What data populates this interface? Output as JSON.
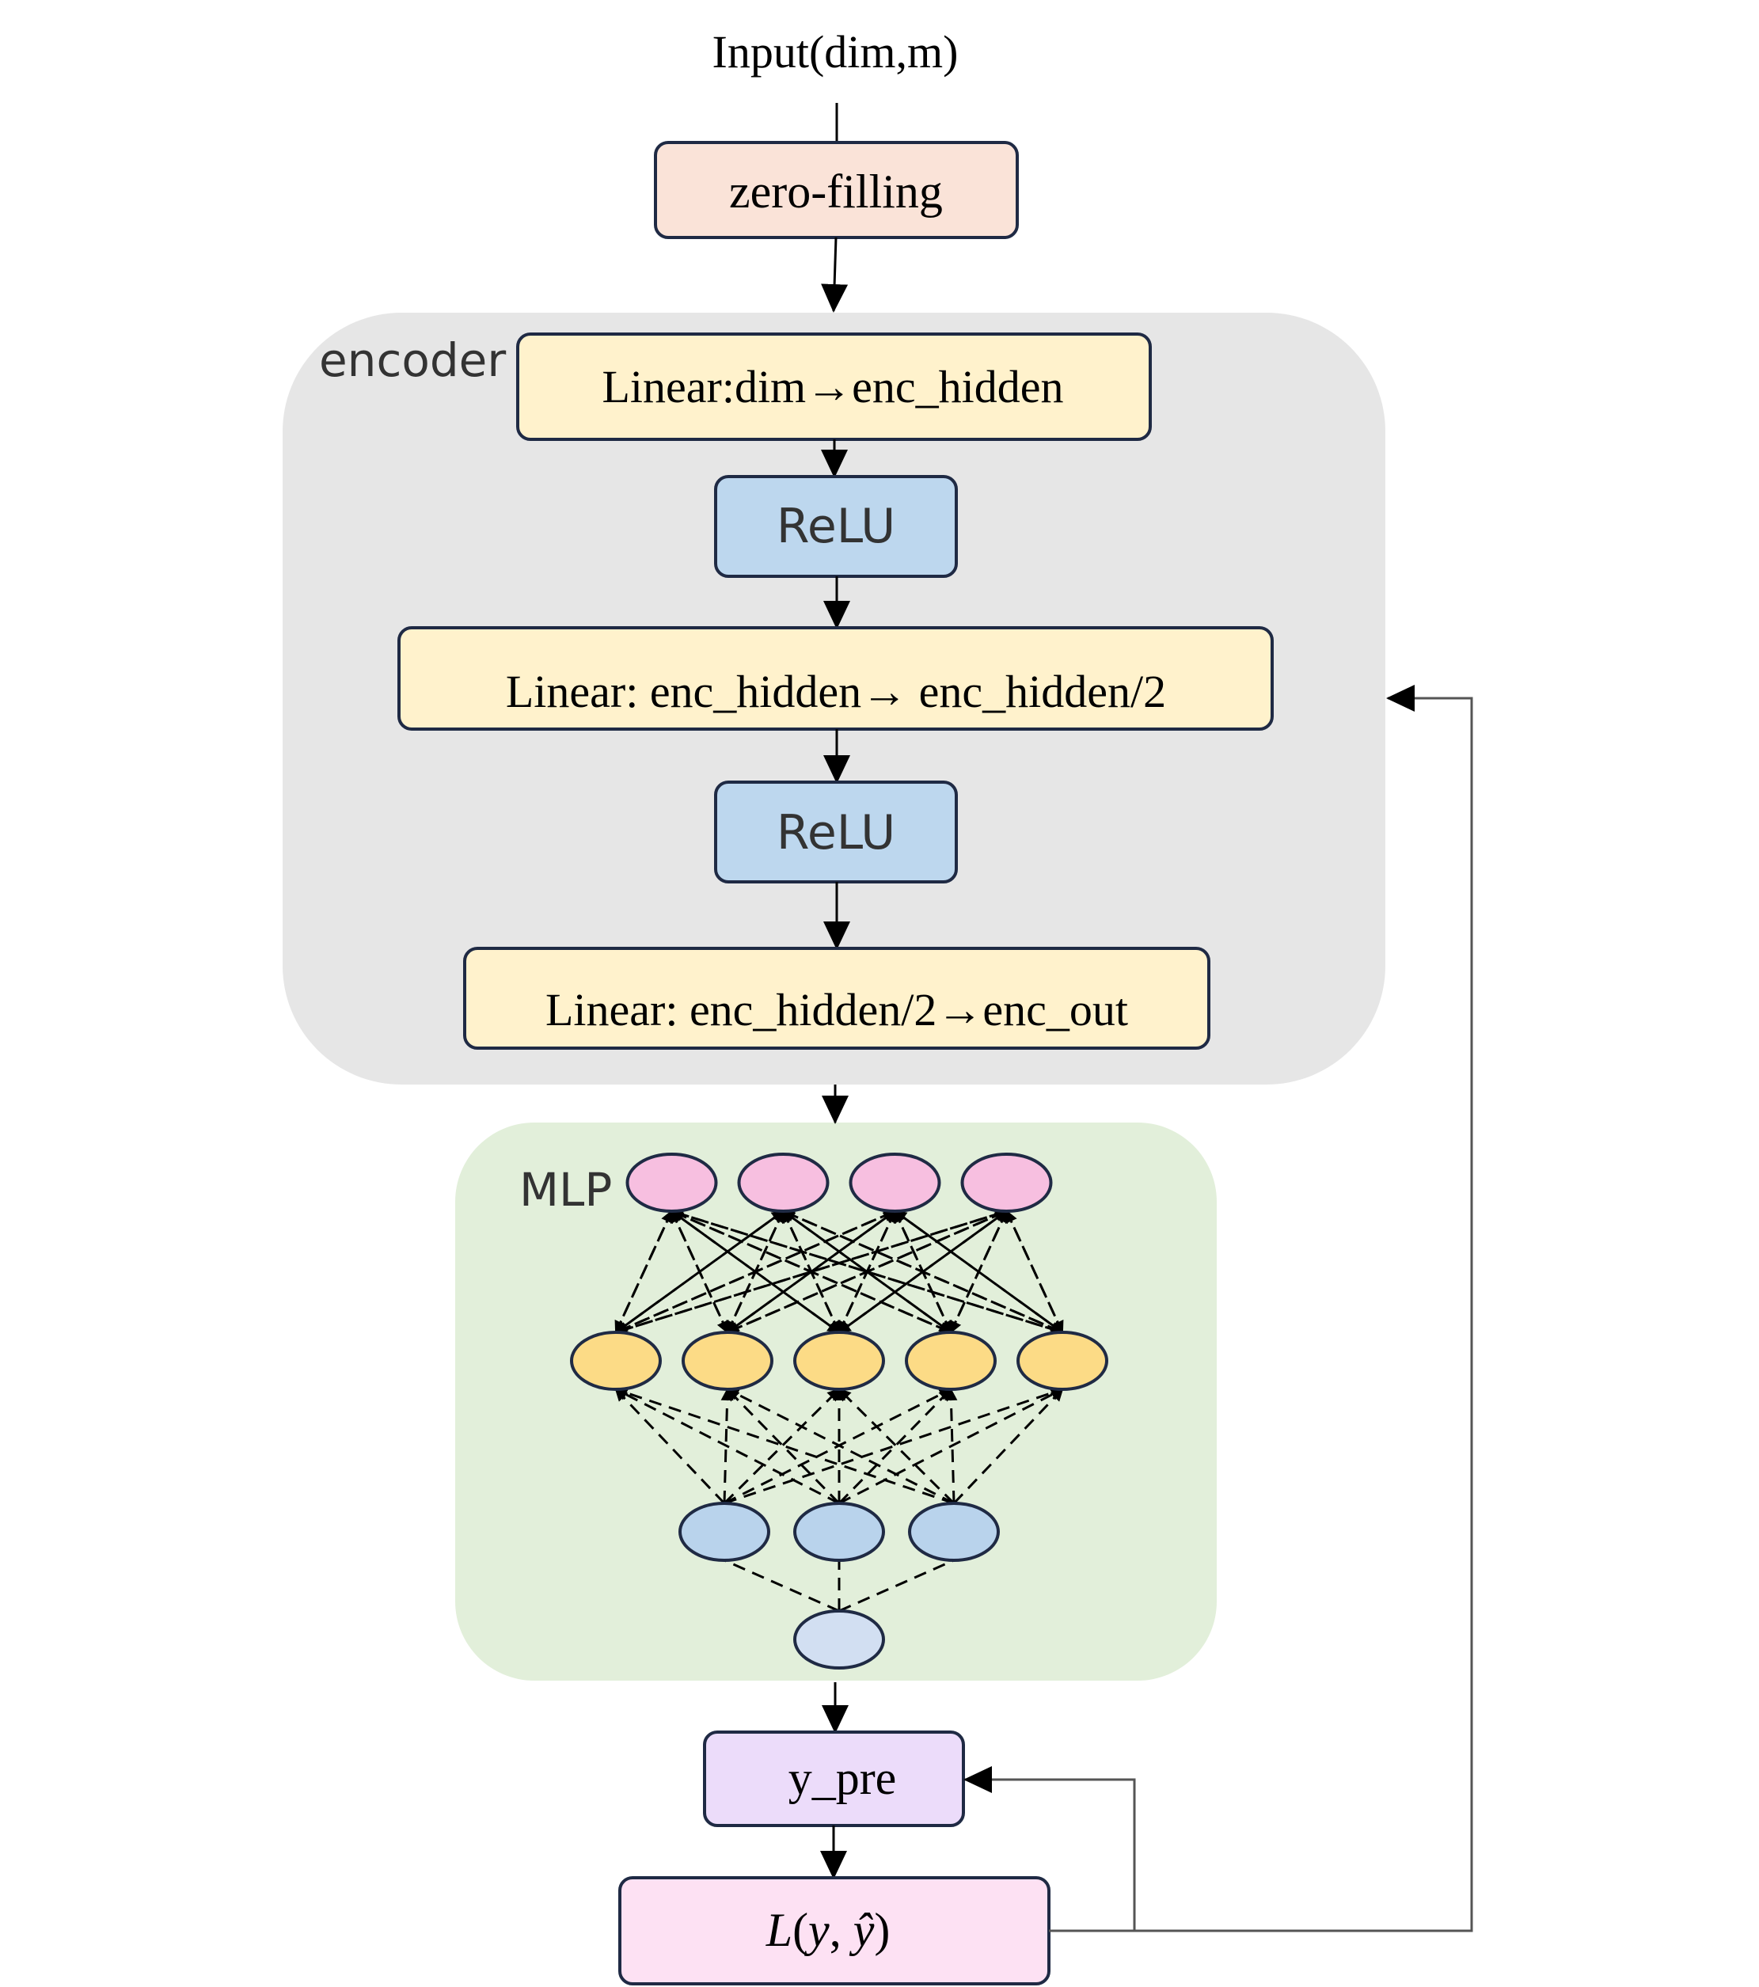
{
  "diagram": {
    "input_label": "Input(dim,m)",
    "zero_filling": "zero-filling",
    "encoder": {
      "label": "encoder",
      "linear1": "Linear:dim→enc_hidden",
      "relu1": "ReLU",
      "linear2": "Linear: enc_hidden→ enc_hidden/2",
      "relu2": "ReLU",
      "linear3": "Linear: enc_hidden/2→enc_out"
    },
    "mlp": {
      "label": "MLP",
      "layers": [
        {
          "count": 4,
          "color": "#f7bfe0"
        },
        {
          "count": 5,
          "color": "#fcdb86"
        },
        {
          "count": 3,
          "color": "#b9d3ec"
        },
        {
          "count": 1,
          "color": "#d2dff2"
        }
      ]
    },
    "y_pre": "y_pre",
    "loss": {
      "L": "L",
      "open": "(",
      "y": "y",
      "comma": ", ",
      "yhat": "ŷ",
      "close": ")"
    },
    "colors": {
      "zero_filling_fill": "#fae3d8",
      "linear_fill": "#fff2cc",
      "relu_fill": "#bdd7ee",
      "encoder_bg": "#e6e6e6",
      "mlp_bg": "#e2efda",
      "y_pre_fill": "#ecdcfa",
      "loss_fill": "#fde1f3",
      "stroke": "#1f2a44"
    }
  }
}
